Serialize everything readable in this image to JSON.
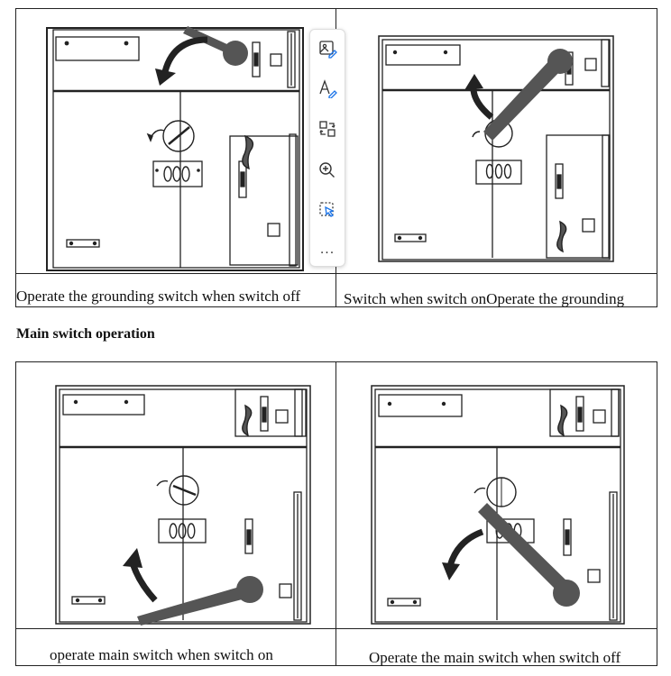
{
  "heading": "Main switch operation",
  "captions": {
    "top_left": "Operate the grounding switch when switch off",
    "top_right": "Switch when switch onOperate the grounding",
    "bottom_left": "operate main switch when switch on",
    "bottom_right": "Operate the main switch when switch off"
  },
  "toolbar": {
    "buttons": [
      {
        "name": "image-edit-icon"
      },
      {
        "name": "text-style-icon"
      },
      {
        "name": "convert-icon"
      },
      {
        "name": "zoom-in-icon"
      },
      {
        "name": "smart-select-icon"
      },
      {
        "name": "more-icon",
        "glyph": "..."
      }
    ]
  }
}
